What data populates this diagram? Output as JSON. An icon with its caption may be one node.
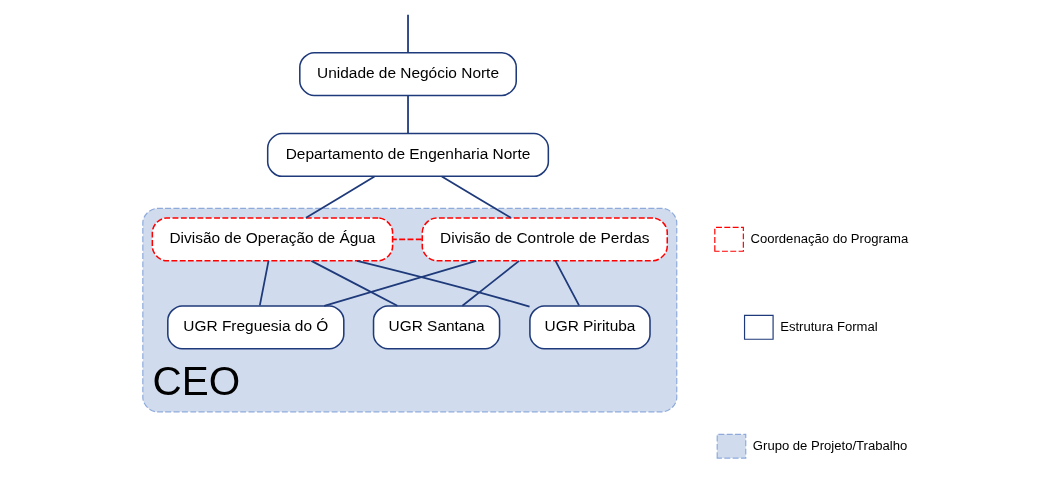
{
  "diagram": {
    "nodes": [
      {
        "text": [
          "Unidade de Negócio Norte"
        ]
      },
      {
        "text": [
          "Departamento de Engenharia Norte"
        ]
      },
      {
        "text": [
          "CEO"
        ]
      },
      {
        "text": [
          "Divisão de Controle de Perdas"
        ],
        "in": 2
      },
      {
        "text": [
          "Divisão de Operação de Água"
        ],
        "in": 2
      },
      {
        "text": [
          "UGR Freguesia do Ó"
        ],
        "in": 2
      },
      {
        "text": [
          "UGR Santana"
        ],
        "in": 2
      },
      {
        "text": [
          "UGR Pirituba"
        ],
        "in": 2
      }
    ],
    "edges": [
      {
        "from": null,
        "to": 0,
        "arrow": "none"
      },
      {
        "from": 0,
        "to": 1,
        "arrow": "none"
      },
      {
        "from": 1,
        "to": 3,
        "arrow": "none"
      },
      {
        "from": 1,
        "to": 4,
        "arrow": "none"
      },
      {
        "from": 3,
        "to": 4,
        "arrow": "none",
        "style": "dashed",
        "color": "#ff0000"
      },
      {
        "from": 3,
        "to": 5,
        "arrow": "none"
      },
      {
        "from": 3,
        "to": 6,
        "arrow": "none"
      },
      {
        "from": 3,
        "to": 7,
        "arrow": "none"
      },
      {
        "from": 4,
        "to": 5,
        "arrow": "none"
      },
      {
        "from": 4,
        "to": 6,
        "arrow": "none"
      },
      {
        "from": 4,
        "to": 7,
        "arrow": "none"
      }
    ],
    "legend": [
      {
        "text": "Coordenação do Programa"
      },
      {
        "text": "Estrutura Formal"
      },
      {
        "text": "Grupo de Projeto/Trabalho",
        "color": "#d0dcee"
      }
    ]
  }
}
